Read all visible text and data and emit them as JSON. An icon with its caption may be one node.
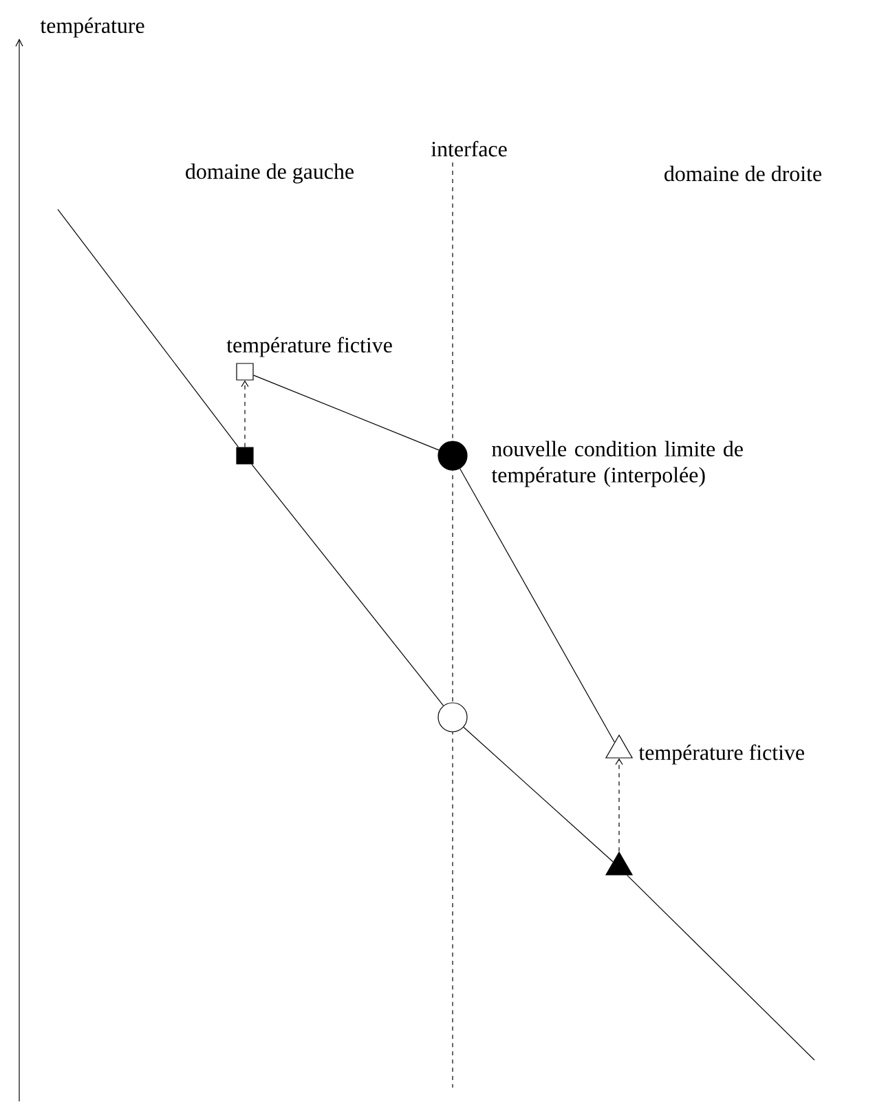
{
  "diagram": {
    "nodes": [
      {
        "text": [],
        "shape": "box"
      },
      {
        "text": [],
        "shape": "box",
        "beside": [
          "température fictive"
        ]
      },
      {
        "text": [],
        "shape": "circle",
        "beside": [
          "nouvelle condition limite de température (interpolée)"
        ]
      },
      {
        "text": [],
        "shape": "circle"
      },
      {
        "text": [],
        "shape": "triangle",
        "beside": [
          "température fictive"
        ]
      },
      {
        "text": [],
        "shape": "triangle"
      }
    ],
    "edges": [
      {
        "from": null,
        "to": 0,
        "arrow": "none"
      },
      {
        "from": 0,
        "to": 1,
        "arrow": "to",
        "style": "dashed"
      },
      {
        "from": 1,
        "to": 2,
        "arrow": "none"
      },
      {
        "from": 0,
        "to": 3,
        "arrow": "none"
      },
      {
        "from": 2,
        "to": 4,
        "arrow": "none"
      },
      {
        "from": 3,
        "to": 5,
        "arrow": "none"
      },
      {
        "from": 5,
        "to": 4,
        "arrow": "to",
        "style": "dashed"
      },
      {
        "from": 5,
        "to": null,
        "arrow": "none"
      }
    ],
    "labels": [
      "température",
      "domaine de gauche",
      "interface",
      "domaine de droite"
    ]
  }
}
